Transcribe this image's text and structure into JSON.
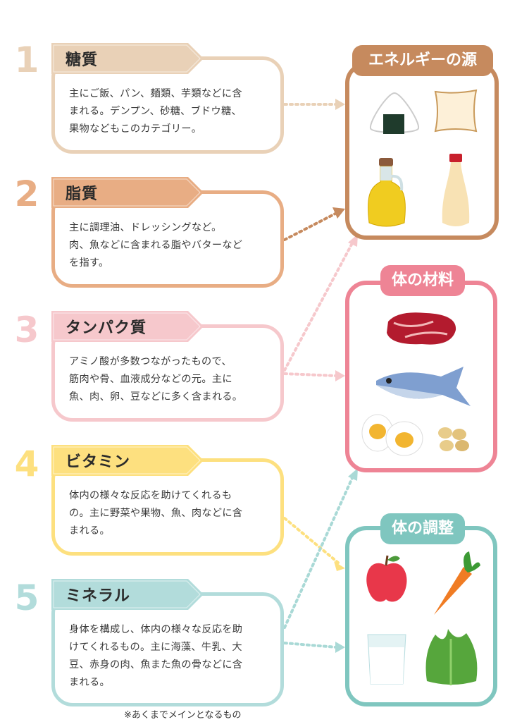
{
  "nutrients": [
    {
      "number": "1",
      "title": "糖質",
      "lines": [
        "主にご飯、パン、麺類、芋類などに含",
        "まれる。デンプン、砂糖、ブドウ糖、",
        "果物などもこのカテゴリー。"
      ],
      "color": "#e9d1b7"
    },
    {
      "number": "2",
      "title": "脂質",
      "lines": [
        "主に調理油、ドレッシングなど。",
        "肉、魚などに含まれる脂やバターなど",
        "を指す。"
      ],
      "color": "#e8ad84"
    },
    {
      "number": "3",
      "title": "タンパク質",
      "lines": [
        "アミノ酸が多数つながったもので、",
        "筋肉や骨、血液成分などの元。主に",
        "魚、肉、卵、豆などに多く含まれる。"
      ],
      "color": "#f6c8cc"
    },
    {
      "number": "4",
      "title": "ビタミン",
      "lines": [
        "体内の様々な反応を助けてくれるも",
        "の。主に野菜や果物、魚、肉などに含",
        "まれる。"
      ],
      "color": "#fde07f"
    },
    {
      "number": "5",
      "title": "ミネラル",
      "lines": [
        "身体を構成し、体内の様々な反応を助",
        "けてくれるもの。主に海藻、牛乳、大",
        "豆、赤身の肉、魚また魚の骨などに含",
        "まれる。"
      ],
      "color": "#b2dcdb"
    }
  ],
  "roles": [
    {
      "title": "エネルギーの源",
      "color": "#c68a5e"
    },
    {
      "title": "体の材料",
      "color": "#ee8495"
    },
    {
      "title": "体の調整",
      "color": "#7fc6bf"
    }
  ],
  "footnote": "※あくまでメインとなるもの"
}
